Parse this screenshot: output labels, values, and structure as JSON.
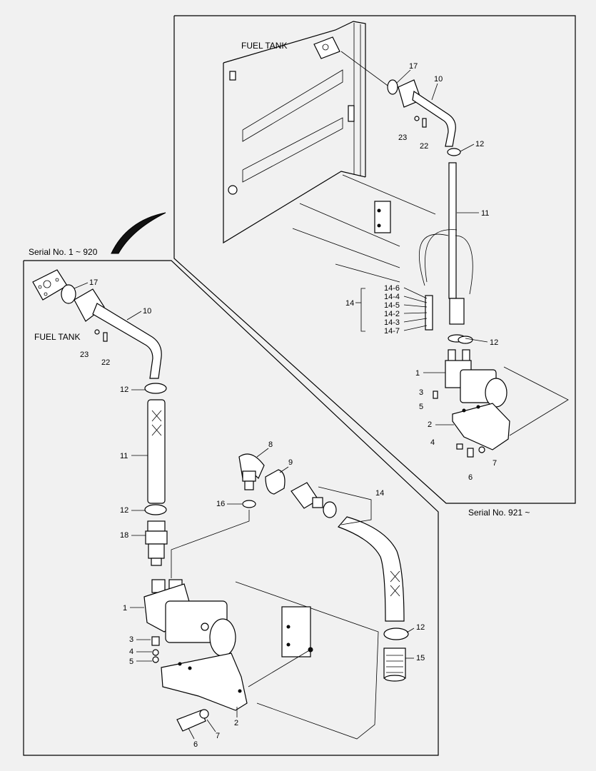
{
  "captions": {
    "serial_a": "Serial No. 1 ~ 920",
    "serial_b": "Serial No. 921 ~",
    "fuel_tank": "FUEL TANK"
  },
  "callouts": {
    "n1": "1",
    "n2": "2",
    "n3": "3",
    "n4": "4",
    "n5": "5",
    "n6": "6",
    "n7": "7",
    "n8": "8",
    "n9": "9",
    "n10": "10",
    "n11": "11",
    "n12": "12",
    "n14": "14",
    "n15": "15",
    "n16": "16",
    "n17": "17",
    "n18": "18",
    "n22": "22",
    "n23": "23",
    "n14_2": "14-2",
    "n14_3": "14-3",
    "n14_4": "14-4",
    "n14_5": "14-5",
    "n14_6": "14-6",
    "n14_7": "14-7"
  }
}
